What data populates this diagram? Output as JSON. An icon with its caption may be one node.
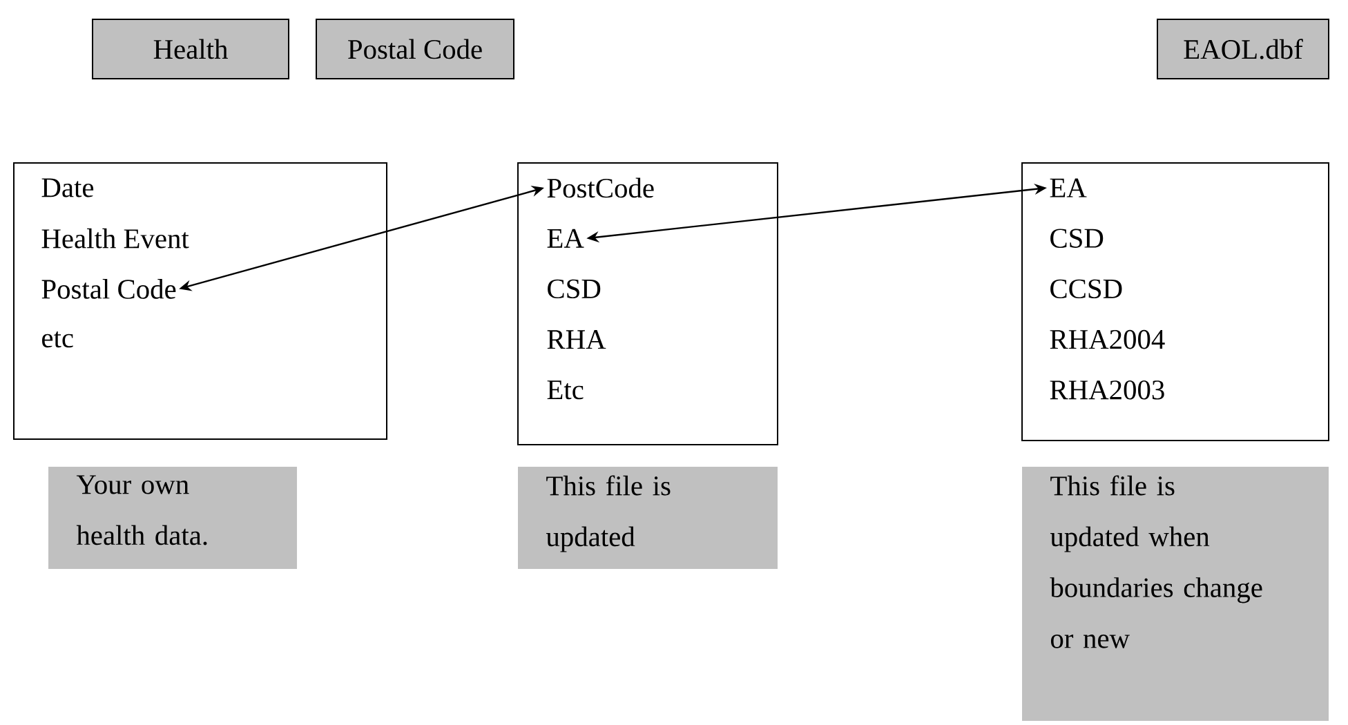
{
  "diagram": {
    "nodes": [
      {
        "text": [
          "Health"
        ]
      },
      {
        "text": [
          "Postal Code"
        ]
      },
      {
        "text": [
          "EAOL.dbf"
        ]
      },
      {
        "text": [],
        "shape": "box"
      },
      {
        "text": [
          "Date"
        ],
        "in": 3
      },
      {
        "text": [
          "Health Event"
        ],
        "in": 3
      },
      {
        "text": [
          "Postal Code"
        ],
        "in": 3
      },
      {
        "text": [
          "etc"
        ],
        "in": 3
      },
      {
        "text": [],
        "shape": "box"
      },
      {
        "text": [
          "PostCode"
        ],
        "in": 8
      },
      {
        "text": [
          "EA"
        ],
        "in": 8
      },
      {
        "text": [
          "CSD"
        ],
        "in": 8
      },
      {
        "text": [
          "RHA"
        ],
        "in": 8
      },
      {
        "text": [
          "Etc"
        ],
        "in": 8
      },
      {
        "text": [],
        "shape": "box"
      },
      {
        "text": [
          "EA"
        ],
        "in": 14
      },
      {
        "text": [
          "CSD"
        ],
        "in": 14
      },
      {
        "text": [
          "CCSD"
        ],
        "in": 14
      },
      {
        "text": [
          "RHA2004"
        ],
        "in": 14
      },
      {
        "text": [
          "RHA2003"
        ],
        "in": 14
      },
      {
        "text": [
          "Your own health data."
        ]
      },
      {
        "text": [
          "This file is updated"
        ]
      },
      {
        "text": [
          "This file is updated when boundaries change or new"
        ]
      }
    ],
    "edges": [
      {
        "from": 6,
        "to": 9,
        "arrow": "both"
      },
      {
        "from": 10,
        "to": 15,
        "arrow": "both"
      }
    ]
  }
}
